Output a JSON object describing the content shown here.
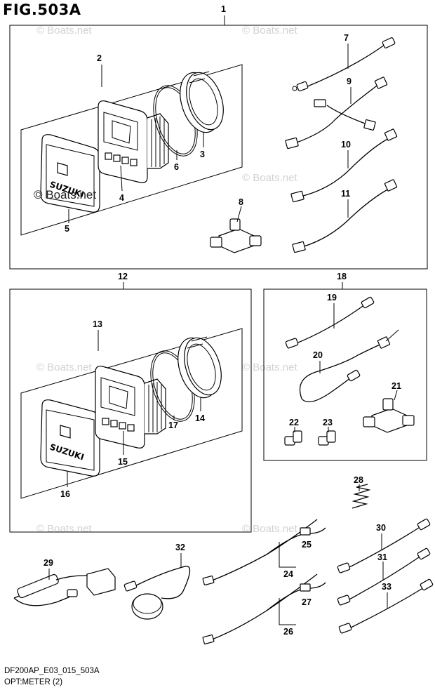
{
  "header": {
    "figure_title": "FIG.503A"
  },
  "footer": {
    "model_code": "DF200AP_E03_015_503A",
    "section_name": "OPT:METER (2)"
  },
  "watermark": {
    "text": "© Boats.net"
  },
  "brand_text": "SUZUKI",
  "callouts": {
    "c1": "1",
    "c2": "2",
    "c3": "3",
    "c4": "4",
    "c5": "5",
    "c6": "6",
    "c7": "7",
    "c8": "8",
    "c9": "9",
    "c10": "10",
    "c11": "11",
    "c12": "12",
    "c13": "13",
    "c14": "14",
    "c15": "15",
    "c16": "16",
    "c17": "17",
    "c18": "18",
    "c19": "19",
    "c20": "20",
    "c21": "21",
    "c22": "22",
    "c23": "23",
    "c24": "24",
    "c25": "25",
    "c26": "26",
    "c27": "27",
    "c28": "28",
    "c29": "29",
    "c30": "30",
    "c31": "31",
    "c32": "32",
    "c33": "33"
  }
}
